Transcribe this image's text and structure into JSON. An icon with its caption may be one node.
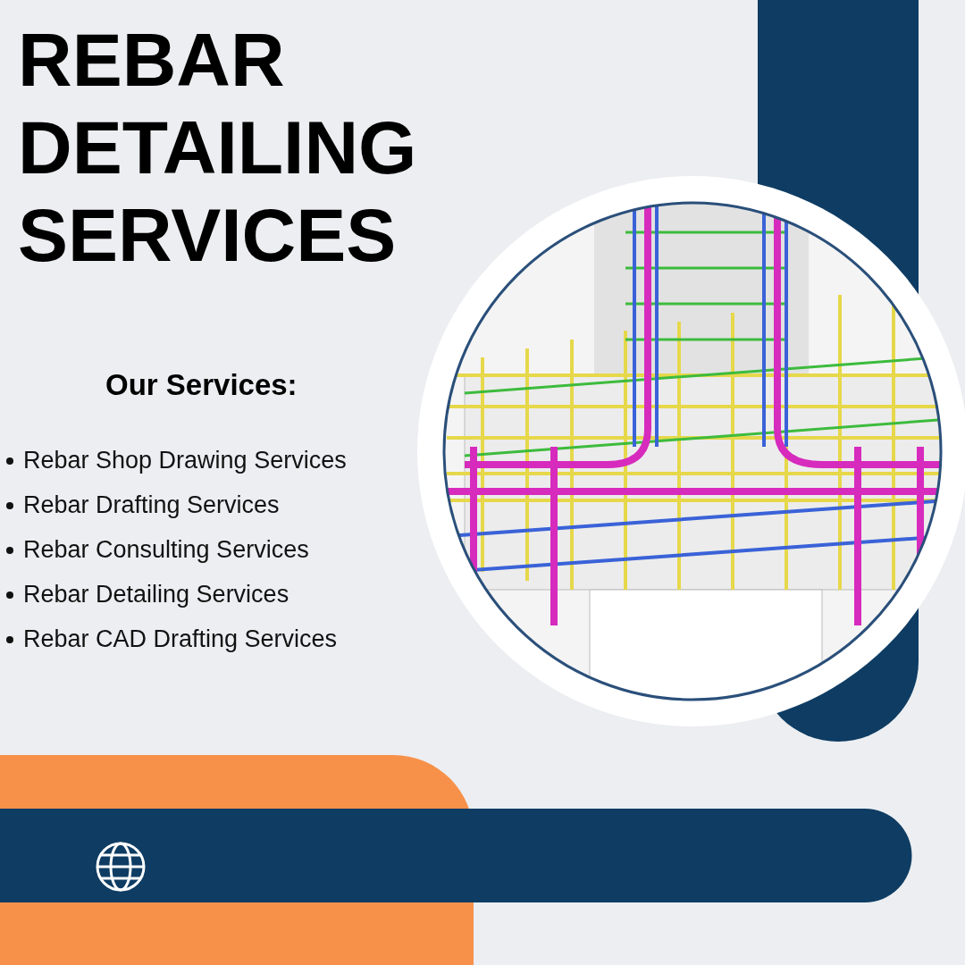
{
  "diagram": {
    "title": "REBAR DETAILING SERVICES",
    "labels": [
      "Our Services:",
      "Rebar Shop Drawing Services",
      "Rebar Drafting Services",
      "Rebar Consulting Services",
      "Rebar Detailing Services",
      "Rebar CAD Drafting Services"
    ]
  }
}
